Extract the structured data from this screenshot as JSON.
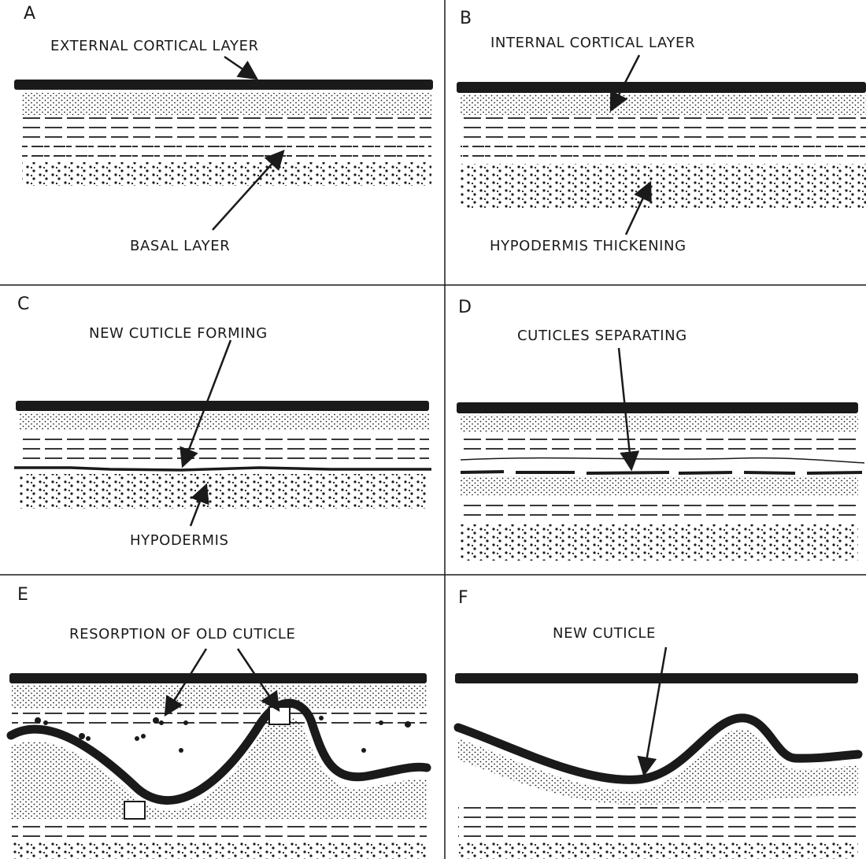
{
  "panels": [
    {
      "letter": "A",
      "labels": [
        "EXTERNAL CORTICAL LAYER",
        "BASAL LAYER"
      ]
    },
    {
      "letter": "B",
      "labels": [
        "INTERNAL CORTICAL LAYER",
        "HYPODERMIS THICKENING"
      ]
    },
    {
      "letter": "C",
      "labels": [
        "NEW CUTICLE FORMING",
        "HYPODERMIS"
      ]
    },
    {
      "letter": "D",
      "labels": [
        "CUTICLES SEPARATING"
      ]
    },
    {
      "letter": "E",
      "labels": [
        "RESORPTION OF OLD CUTICLE"
      ]
    },
    {
      "letter": "F",
      "labels": [
        "NEW CUTICLE"
      ]
    }
  ],
  "colors": {
    "ink": "#1a1a1a",
    "paper": "#ffffff"
  }
}
